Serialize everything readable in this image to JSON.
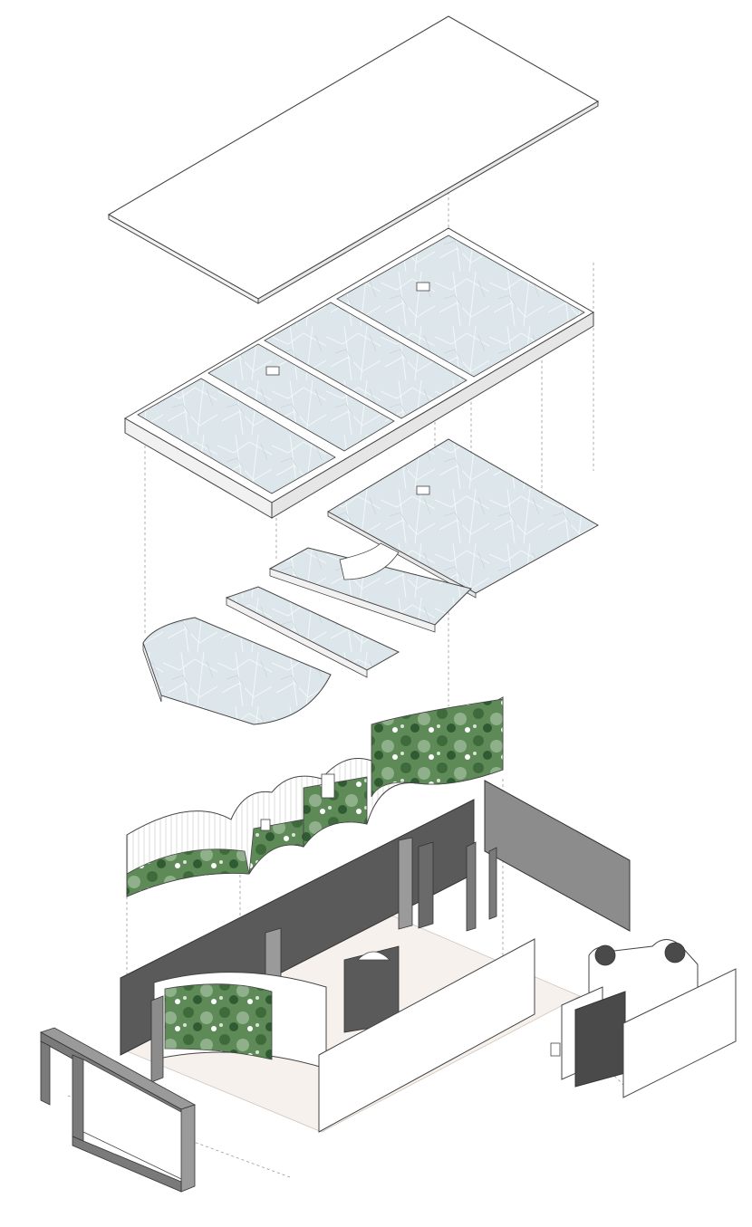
{
  "colors": {
    "background": "#ffffff",
    "line": "#444444",
    "dash": "#9a9a9a",
    "marble": "#dde6ea",
    "marble_vein": "#f4f8f9",
    "wall_dark": "#5a5a5a",
    "wall_mid": "#8c8c8c",
    "wall_light": "#ffffff",
    "floor": "#f6f1ec",
    "greenery": "#4e7a4a",
    "greenery_light": "#8fb08a",
    "frame": "#9a9a9a"
  },
  "layers": [
    {
      "id": "roof-plate",
      "material": "white"
    },
    {
      "id": "ceiling-marble-panels",
      "material": "marble",
      "count": 4
    },
    {
      "id": "ceiling-marble-slab",
      "material": "marble"
    },
    {
      "id": "stepped-marble-platform",
      "material": "marble",
      "count": 3
    },
    {
      "id": "curved-green-screen",
      "material": "greenery"
    },
    {
      "id": "ground-floor-walls",
      "material": "mixed"
    },
    {
      "id": "side-room-module",
      "material": "mixed"
    },
    {
      "id": "entrance-frame",
      "material": "grey"
    }
  ]
}
